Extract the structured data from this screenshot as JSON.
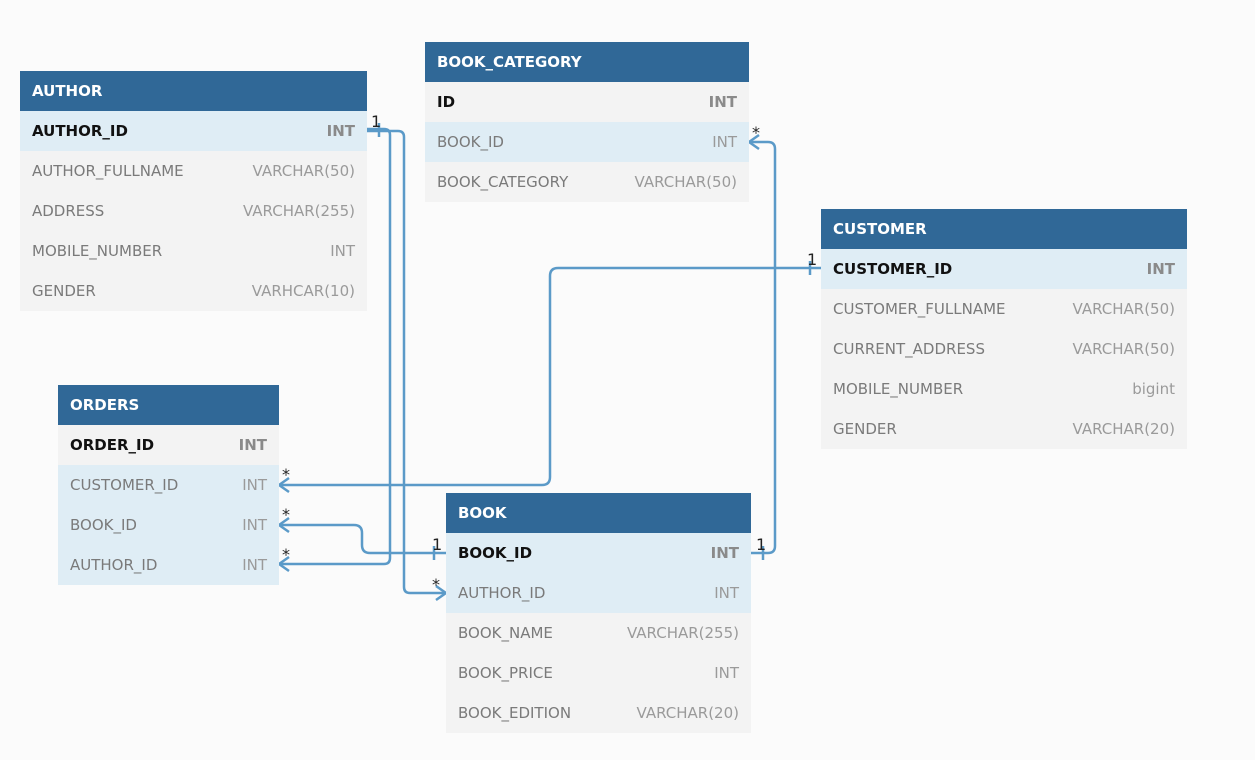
{
  "tables": [
    {
      "id": "author",
      "name": "AUTHOR",
      "fields": [
        {
          "name": "AUTHOR_ID",
          "type": "INT",
          "pk": true,
          "hl": true
        },
        {
          "name": "AUTHOR_FULLNAME",
          "type": "VARCHAR(50)"
        },
        {
          "name": "ADDRESS",
          "type": "VARCHAR(255)"
        },
        {
          "name": "MOBILE_NUMBER",
          "type": "INT"
        },
        {
          "name": "GENDER",
          "type": "VARHCAR(10)"
        }
      ]
    },
    {
      "id": "book_category",
      "name": "BOOK_CATEGORY",
      "fields": [
        {
          "name": "ID",
          "type": "INT",
          "pk": true
        },
        {
          "name": "BOOK_ID",
          "type": "INT",
          "hl": true
        },
        {
          "name": "BOOK_CATEGORY",
          "type": "VARCHAR(50)"
        }
      ]
    },
    {
      "id": "customer",
      "name": "CUSTOMER",
      "fields": [
        {
          "name": "CUSTOMER_ID",
          "type": "INT",
          "pk": true,
          "hl": true
        },
        {
          "name": "CUSTOMER_FULLNAME",
          "type": "VARCHAR(50)"
        },
        {
          "name": "CURRENT_ADDRESS",
          "type": "VARCHAR(50)"
        },
        {
          "name": "MOBILE_NUMBER",
          "type": "bigint"
        },
        {
          "name": "GENDER",
          "type": "VARCHAR(20)"
        }
      ]
    },
    {
      "id": "orders",
      "name": "ORDERS",
      "fields": [
        {
          "name": "ORDER_ID",
          "type": "INT",
          "pk": true
        },
        {
          "name": "CUSTOMER_ID",
          "type": "INT",
          "hl": true
        },
        {
          "name": "BOOK_ID",
          "type": "INT",
          "hl": true
        },
        {
          "name": "AUTHOR_ID",
          "type": "INT",
          "hl": true
        }
      ]
    },
    {
      "id": "book",
      "name": "BOOK",
      "fields": [
        {
          "name": "BOOK_ID",
          "type": "INT",
          "pk": true,
          "hl": true
        },
        {
          "name": "AUTHOR_ID",
          "type": "INT",
          "hl": true
        },
        {
          "name": "BOOK_NAME",
          "type": "VARCHAR(255)"
        },
        {
          "name": "BOOK_PRICE",
          "type": "INT"
        },
        {
          "name": "BOOK_EDITION",
          "type": "VARCHAR(20)"
        }
      ]
    }
  ],
  "relations": [
    {
      "from": "author.AUTHOR_ID",
      "to": "orders.AUTHOR_ID",
      "from_card": "1",
      "to_card": "*"
    },
    {
      "from": "author.AUTHOR_ID",
      "to": "book.AUTHOR_ID",
      "from_card": "1",
      "to_card": "*"
    },
    {
      "from": "customer.CUSTOMER_ID",
      "to": "orders.CUSTOMER_ID",
      "from_card": "1",
      "to_card": "*"
    },
    {
      "from": "book.BOOK_ID",
      "to": "orders.BOOK_ID",
      "from_card": "1",
      "to_card": "*"
    },
    {
      "from": "book.BOOK_ID",
      "to": "book_category.BOOK_ID",
      "from_card": "1",
      "to_card": "*"
    }
  ],
  "style": {
    "header_color": "#306897",
    "link_color": "#5b9ac8",
    "highlight_row": "#dfedf5"
  }
}
